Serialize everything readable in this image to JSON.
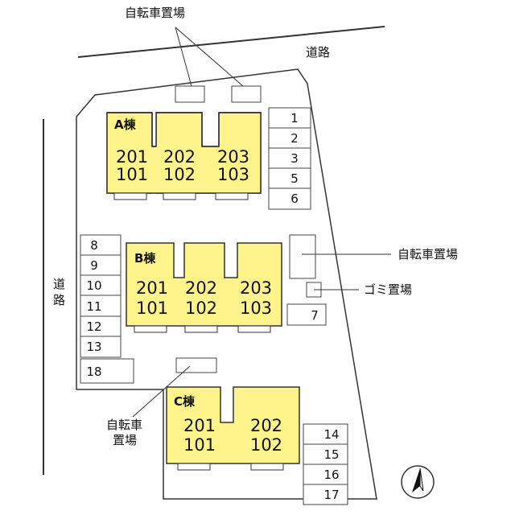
{
  "roads": {
    "top": "道路",
    "left": "道路"
  },
  "labels": {
    "bike_top": "自転車置場",
    "bike_right": "自転車置場",
    "garbage": "ゴミ置場",
    "bike_bottom_line1": "自転車",
    "bike_bottom_line2": "置場"
  },
  "buildings": {
    "a": {
      "name": "A棟",
      "units": [
        {
          "upper": "201",
          "lower": "101"
        },
        {
          "upper": "202",
          "lower": "102"
        },
        {
          "upper": "203",
          "lower": "103"
        }
      ]
    },
    "b": {
      "name": "B棟",
      "units": [
        {
          "upper": "201",
          "lower": "101"
        },
        {
          "upper": "202",
          "lower": "102"
        },
        {
          "upper": "203",
          "lower": "103"
        }
      ]
    },
    "c": {
      "name": "C棟",
      "units": [
        {
          "upper": "201",
          "lower": "101"
        },
        {
          "upper": "202",
          "lower": "102"
        }
      ]
    }
  },
  "parking": {
    "right_top": [
      "1",
      "2",
      "3",
      "5",
      "6"
    ],
    "left": [
      "8",
      "9",
      "10",
      "11",
      "12",
      "13"
    ],
    "left_bottom": "18",
    "right_mid": "7",
    "right_bottom": [
      "14",
      "15",
      "16",
      "17"
    ]
  },
  "colors": {
    "building_fill": "#fff38c",
    "line": "#333333"
  },
  "compass": {
    "icon": "north-arrow-icon"
  }
}
